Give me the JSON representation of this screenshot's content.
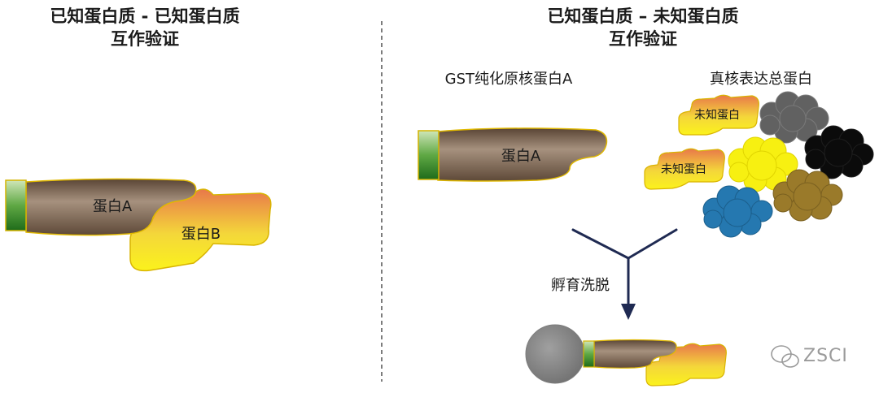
{
  "left": {
    "title_line1": "已知蛋白质 - 已知蛋白质",
    "title_line2": "互作验证",
    "protein_a": "蛋白A",
    "protein_b": "蛋白B"
  },
  "right": {
    "title_line1": "已知蛋白质 – 未知蛋白质",
    "title_line2": "互作验证",
    "gst_label": "GST纯化原核蛋白A",
    "lysate_label": "真核表达总蛋白",
    "protein_a": "蛋白A",
    "unknown_1": "未知蛋白",
    "unknown_2": "未知蛋白",
    "step_label": "孵育洗脱"
  },
  "watermark": {
    "text": "ZSCI",
    "icon": "wechat-icon"
  },
  "colors": {
    "protein_a_brown": "#7e6450",
    "gst_green": "#3c8a2e",
    "protein_b_yellow": "#f2e81e",
    "protein_b_orange": "#e8874e",
    "cloud_gray": "#616161",
    "cloud_black": "#0b0b0b",
    "cloud_yellow": "#f7f011",
    "cloud_blue": "#2578b0",
    "cloud_olive": "#9a7a2a",
    "arrow_navy": "#1f2a52",
    "bead_gray": "#888888"
  }
}
